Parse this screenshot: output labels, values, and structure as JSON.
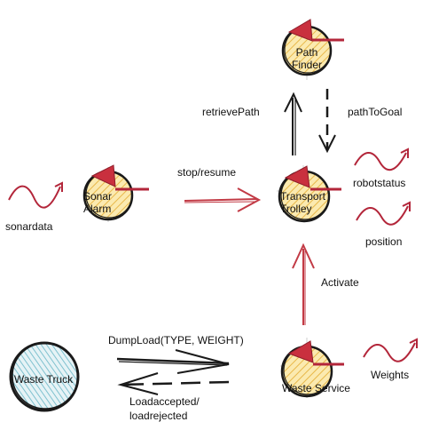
{
  "nodes": [
    {
      "id": "path-finder",
      "lines": [
        "Path",
        "Finder"
      ],
      "style": "actor"
    },
    {
      "id": "sonar-alarm",
      "lines": [
        "Sonar",
        "Alarm"
      ],
      "style": "actor"
    },
    {
      "id": "transport-trolley",
      "lines": [
        "Transport",
        "Trolley"
      ],
      "style": "actor"
    },
    {
      "id": "waste-service",
      "lines": [
        "Waste Service"
      ],
      "style": "actor"
    },
    {
      "id": "waste-truck",
      "lines": [
        "Waste Truck"
      ],
      "style": "external"
    }
  ],
  "streams": {
    "sonardata": "sonardata",
    "robotstatus": "robotstatus",
    "position": "position",
    "weights": "Weights"
  },
  "messages": {
    "retrieve_path": "retrievePath",
    "path_to_goal": "pathToGoal",
    "stop_resume": "stop/resume",
    "activate": "Activate",
    "dump_load": "DumpLoad(TYPE, WEIGHT)",
    "load_reply_1": "Loadaccepted/",
    "load_reply_2": "loadrejected"
  },
  "colors": {
    "actor_fill": "#f7dc8a",
    "actor_hatch": "#e8b84a",
    "external_hatch": "#7fc1cf",
    "accent": "#b3263a",
    "stroke": "#1a1a1a"
  }
}
